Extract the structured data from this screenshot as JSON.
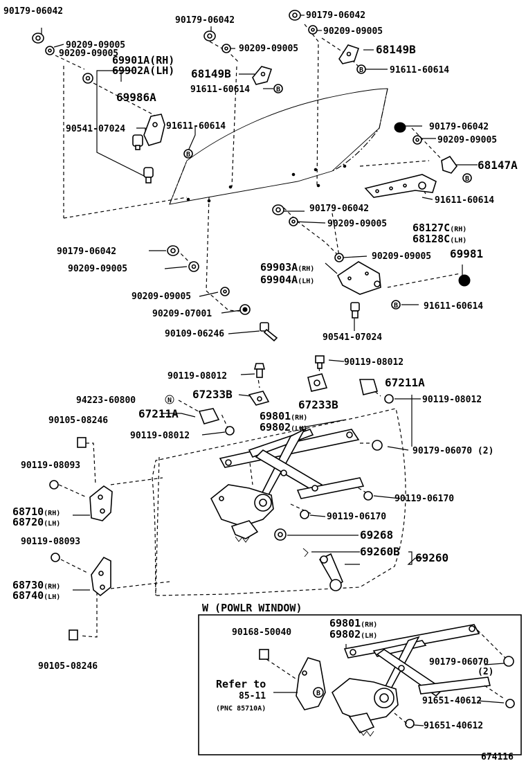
{
  "diagram_id": "674116",
  "inset_title": "W (POWLR   WINDOW)",
  "parts": {
    "p_90179_06042_a": "90179-06042",
    "p_90209_09005_a": "90209-09005",
    "p_90209_09005_b": "90209-09005",
    "p_69901A": "69901A(RH)",
    "p_69902A": "69902A(LH)",
    "p_69986A": "69986A",
    "p_90541_07024_a": "90541-07024",
    "p_91611_60614_a": "91611-60614",
    "p_90179_06042_b": "90179-06042",
    "p_90209_09005_c": "90209-09005",
    "p_68149B_a": "68149B",
    "p_91611_60614_b": "91611-60614",
    "p_90179_06042_c": "90179-06042",
    "p_90209_09005_d": "90209-09005",
    "p_68149B_b": "68149B",
    "p_91611_60614_c": "91611-60614",
    "p_90179_06042_d": "90179-06042",
    "p_90209_09005_e": "90209-09005",
    "p_68147A": "68147A",
    "p_91611_60614_d": "91611-60614",
    "p_68127C": "68127C",
    "p_68128C": "68128C",
    "rh": "(RH)",
    "lh": "(LH)",
    "p_90179_06042_e": "90179-06042",
    "p_90209_09005_f": "90209-09005",
    "p_90209_09005_g": "90209-09005",
    "p_69981": "69981",
    "p_69903A": "69903A",
    "p_69904A": "69904A",
    "p_91611_60614_e": "91611-60614",
    "p_90541_07024_b": "90541-07024",
    "p_90179_06042_f": "90179-06042",
    "p_90209_09005_h": "90209-09005",
    "p_90209_09005_i": "90209-09005",
    "p_90209_07001": "90209-07001",
    "p_90109_06246": "90109-06246",
    "p_90119_08012_a": "90119-08012",
    "p_90119_08012_b": "90119-08012",
    "p_94223_60800": "94223-60800",
    "p_67233B_a": "67233B",
    "p_67233B_b": "67233B",
    "p_67211A_a": "67211A",
    "p_67211A_b": "67211A",
    "p_90119_08012_c": "90119-08012",
    "p_90105_08246_a": "90105-08246",
    "p_90119_08012_d": "90119-08012",
    "p_69801": "69801",
    "p_69802": "69802",
    "p_90179_06070_a": "90179-06070 (2)",
    "p_90119_08093_a": "90119-08093",
    "p_90119_06170_a": "90119-06170",
    "p_68710": "68710",
    "p_68720": "68720",
    "p_90119_06170_b": "90119-06170",
    "p_69268": "69268",
    "p_69260B": "69260B",
    "p_69260": "69260",
    "p_90119_08093_b": "90119-08093",
    "p_68730": "68730",
    "p_68740": "68740",
    "p_90105_08246_b": "90105-08246",
    "p_90168_50040": "90168-50040",
    "p_69801_w": "69801",
    "p_69802_w": "69802",
    "p_90179_06070_b": "90179-06070",
    "qty_2": "(2)",
    "refer_to": "Refer to",
    "refer_num": "85-11",
    "refer_pnc": "(PNC 85710A)",
    "p_91651_40612_a": "91651-40612",
    "p_91651_40612_b": "91651-40612",
    "symbol_n": "N",
    "symbol_b": "B"
  }
}
